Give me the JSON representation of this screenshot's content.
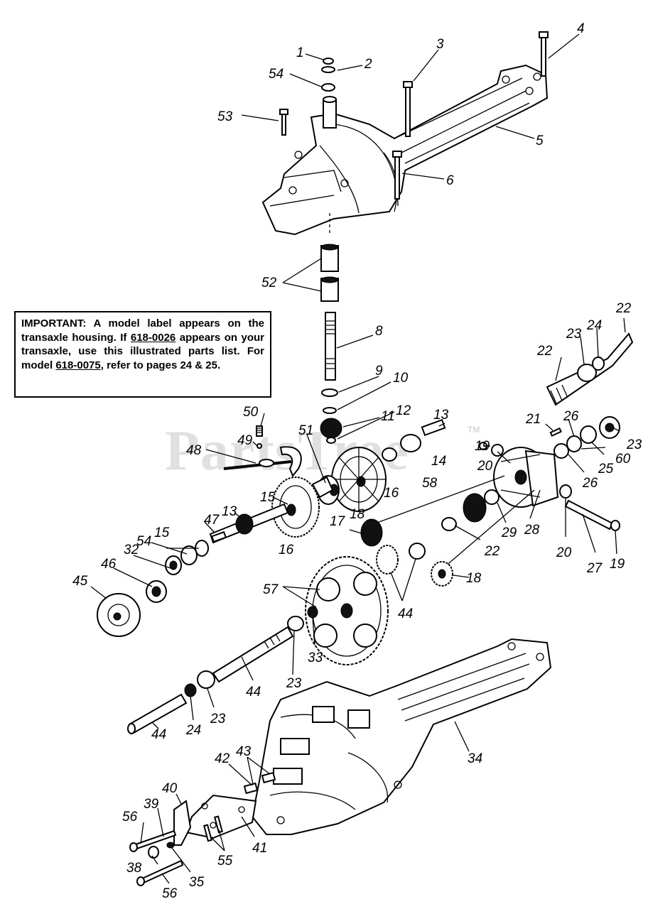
{
  "watermark": {
    "text": "PartsTree",
    "tm": "TM"
  },
  "note": {
    "line1": "IMPORTANT: A model label appears on the transaxle housing. If ",
    "model_a": "618-0026",
    "line2": " appears on your transaxle, use this illustrated parts list. For model ",
    "model_b": "618-0075",
    "line3": ", refer to pages 24 & 25."
  },
  "callouts": [
    {
      "id": "c1",
      "text": "1"
    },
    {
      "id": "c2",
      "text": "2"
    },
    {
      "id": "c3",
      "text": "3"
    },
    {
      "id": "c4",
      "text": "4"
    },
    {
      "id": "c5",
      "text": "5"
    },
    {
      "id": "c6",
      "text": "6"
    },
    {
      "id": "c53",
      "text": "53"
    },
    {
      "id": "c54a",
      "text": "54"
    },
    {
      "id": "c52",
      "text": "52"
    },
    {
      "id": "c8",
      "text": "8"
    },
    {
      "id": "c9",
      "text": "9"
    },
    {
      "id": "c10",
      "text": "10"
    },
    {
      "id": "c11",
      "text": "11"
    },
    {
      "id": "c12",
      "text": "12"
    },
    {
      "id": "c13a",
      "text": "13"
    },
    {
      "id": "c14",
      "text": "14"
    },
    {
      "id": "c58",
      "text": "58"
    },
    {
      "id": "c16a",
      "text": "16"
    },
    {
      "id": "c50",
      "text": "50"
    },
    {
      "id": "c49",
      "text": "49"
    },
    {
      "id": "c48",
      "text": "48"
    },
    {
      "id": "c51",
      "text": "51"
    },
    {
      "id": "c17",
      "text": "17"
    },
    {
      "id": "c18a",
      "text": "18"
    },
    {
      "id": "c15a",
      "text": "15"
    },
    {
      "id": "c13b",
      "text": "13"
    },
    {
      "id": "c16b",
      "text": "16"
    },
    {
      "id": "c47",
      "text": "47"
    },
    {
      "id": "c54b",
      "text": "54"
    },
    {
      "id": "c15b",
      "text": "15"
    },
    {
      "id": "c32",
      "text": "32"
    },
    {
      "id": "c46",
      "text": "46"
    },
    {
      "id": "c45",
      "text": "45"
    },
    {
      "id": "c22a",
      "text": "22"
    },
    {
      "id": "c23a",
      "text": "23"
    },
    {
      "id": "c24a",
      "text": "24"
    },
    {
      "id": "c22b",
      "text": "22"
    },
    {
      "id": "c21",
      "text": "21"
    },
    {
      "id": "c26a",
      "text": "26"
    },
    {
      "id": "c23b",
      "text": "23"
    },
    {
      "id": "c60",
      "text": "60"
    },
    {
      "id": "c25",
      "text": "25"
    },
    {
      "id": "c26b",
      "text": "26"
    },
    {
      "id": "c19a",
      "text": "19"
    },
    {
      "id": "c20a",
      "text": "20"
    },
    {
      "id": "c29",
      "text": "29"
    },
    {
      "id": "c28",
      "text": "28"
    },
    {
      "id": "c22c",
      "text": "22"
    },
    {
      "id": "c20b",
      "text": "20"
    },
    {
      "id": "c27",
      "text": "27"
    },
    {
      "id": "c19b",
      "text": "19"
    },
    {
      "id": "c18b",
      "text": "18"
    },
    {
      "id": "c57",
      "text": "57"
    },
    {
      "id": "c44a",
      "text": "44"
    },
    {
      "id": "c33",
      "text": "33"
    },
    {
      "id": "c23c",
      "text": "23"
    },
    {
      "id": "c44b",
      "text": "44"
    },
    {
      "id": "c24b",
      "text": "24"
    },
    {
      "id": "c23d",
      "text": "23"
    },
    {
      "id": "c44c",
      "text": "44"
    },
    {
      "id": "c34",
      "text": "34"
    },
    {
      "id": "c42",
      "text": "42"
    },
    {
      "id": "c43",
      "text": "43"
    },
    {
      "id": "c40",
      "text": "40"
    },
    {
      "id": "c39",
      "text": "39"
    },
    {
      "id": "c56a",
      "text": "56"
    },
    {
      "id": "c41",
      "text": "41"
    },
    {
      "id": "c55",
      "text": "55"
    },
    {
      "id": "c38",
      "text": "38"
    },
    {
      "id": "c35",
      "text": "35"
    },
    {
      "id": "c56b",
      "text": "56"
    }
  ]
}
